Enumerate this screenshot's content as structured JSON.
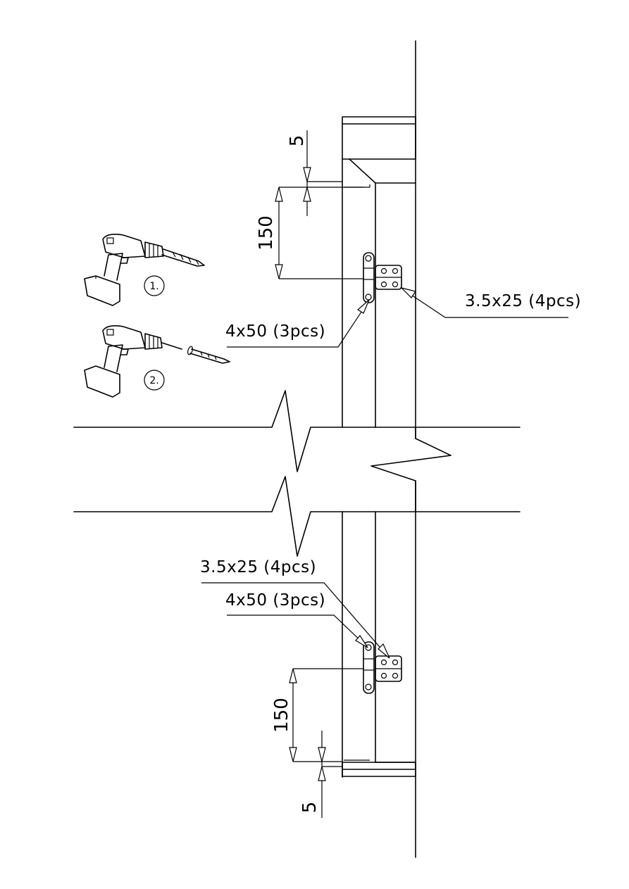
{
  "annotations": {
    "top_small_screw": "3.5x25 (4pcs)",
    "top_large_screw": "4x50 (3pcs)",
    "bottom_small_screw": "3.5x25 (4pcs)",
    "bottom_large_screw": "4x50 (3pcs)"
  },
  "dimensions": {
    "top_gap": "5",
    "top_offset": "150",
    "bottom_offset": "150",
    "bottom_gap": "5"
  },
  "steps": {
    "step1": "1.",
    "step2": "2."
  },
  "icons": {
    "drill_step1": "drill-with-bit-icon",
    "drill_step2": "drill-with-screw-icon"
  }
}
